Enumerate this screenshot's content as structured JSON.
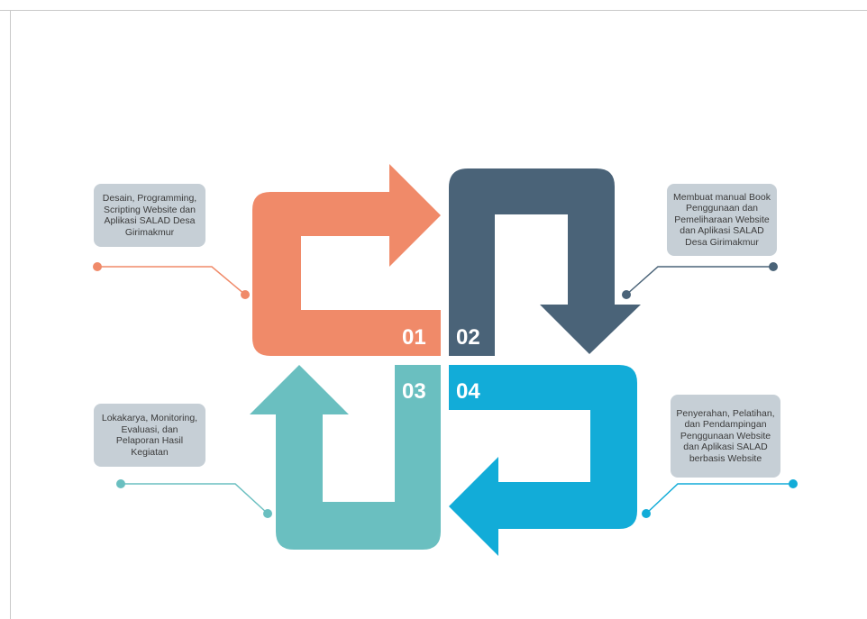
{
  "steps": [
    {
      "number": "01",
      "text": "Desain, Programming, Scripting Website dan Aplikasi SALAD Desa Girimakmur",
      "icon": "lightbulb-icon",
      "color": "#f08a69"
    },
    {
      "number": "02",
      "text": "Membuat manual Book Penggunaan dan Pemeliharaan Website dan Aplikasi SALAD Desa Girimakmur",
      "icon": "document-icon",
      "color": "#4a6378"
    },
    {
      "number": "03",
      "text": "Lokakarya, Monitoring, Evaluasi, dan Pelaporan Hasil Kegiatan",
      "icon": "globe-icon",
      "color": "#6abfc0"
    },
    {
      "number": "04",
      "text": "Penyerahan, Pelatihan, dan Pendampingan Penggunaan Website dan Aplikasi SALAD berbasis Website",
      "icon": "envelope-icon",
      "color": "#12acd8"
    }
  ],
  "colors": {
    "note_bg": "#c6cfd6",
    "note_text": "#3b3b3b"
  }
}
